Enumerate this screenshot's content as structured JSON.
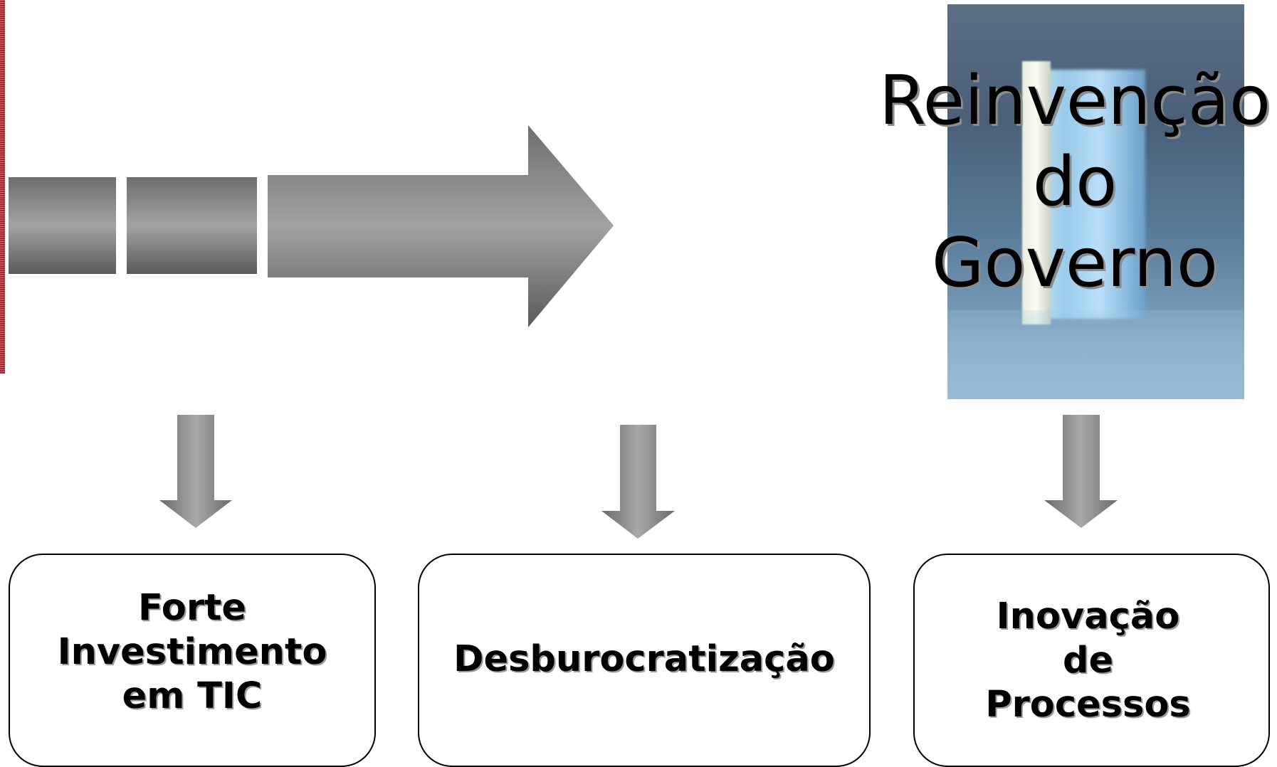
{
  "panel": {
    "title": "Reinvenção\ndo\nGoverno",
    "image": "open-door-light-image"
  },
  "boxes": [
    {
      "label": "Forte\nInvestimento\nem TIC"
    },
    {
      "label": "Desburocratização"
    },
    {
      "label": "Inovação\nde\nProcessos"
    }
  ],
  "colors": {
    "arrow_light": "#9a9a9a",
    "arrow_dark": "#5c5c5c",
    "border_accent": "#a8262f"
  }
}
